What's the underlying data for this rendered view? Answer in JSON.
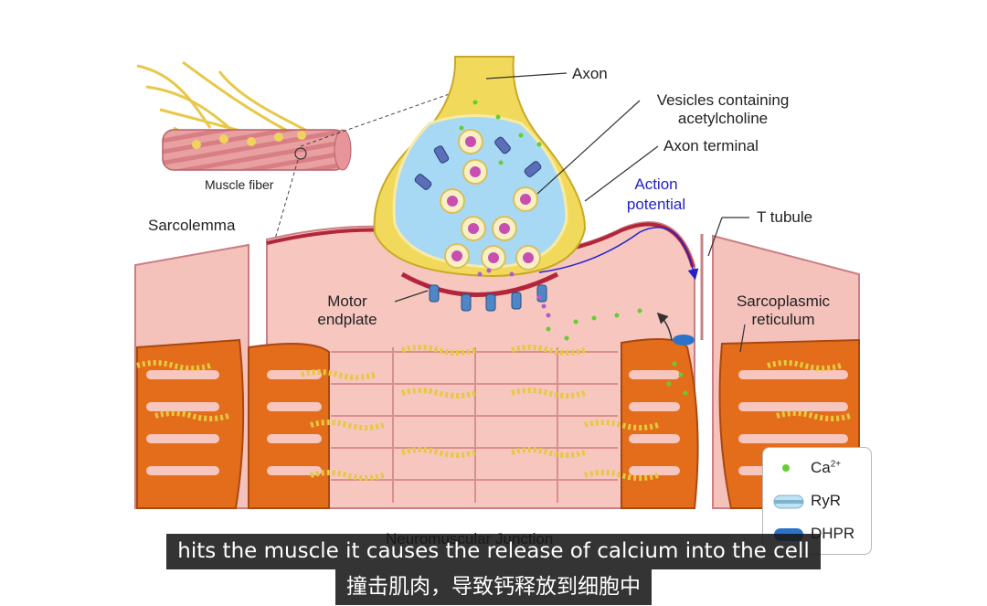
{
  "labels": {
    "axon": "Axon",
    "vesicles_line1": "Vesicles containing",
    "vesicles_line2": "acetylcholine",
    "axon_terminal": "Axon terminal",
    "action_line1": "Action",
    "action_line2": "potential",
    "t_tubule": "T tubule",
    "muscle_fiber": "Muscle fiber",
    "sarcolemma": "Sarcolemma",
    "motor_line1": "Motor",
    "motor_line2": "endplate",
    "sr_line1": "Sarcoplasmic",
    "sr_line2": "reticulum",
    "figure_caption": "Neuromuscular Junction"
  },
  "legend": {
    "ca_base": "Ca",
    "ca_sup": "2+",
    "ryr": "RyR",
    "dhpr": "DHPR"
  },
  "colors": {
    "axon_yellow": "#f1da5b",
    "vesicle_blue": "#a8d9f4",
    "sarcolemma_red": "#b3253a",
    "muscle_pink": "#f2bcb6",
    "sr_orange": "#e46d1c",
    "calcium_green": "#66cc33",
    "action_blue": "#2222cc"
  },
  "subtitles": {
    "english": "hits the muscle it causes the release of calcium into the cell",
    "chinese": "撞击肌肉，导致钙释放到细胞中"
  }
}
